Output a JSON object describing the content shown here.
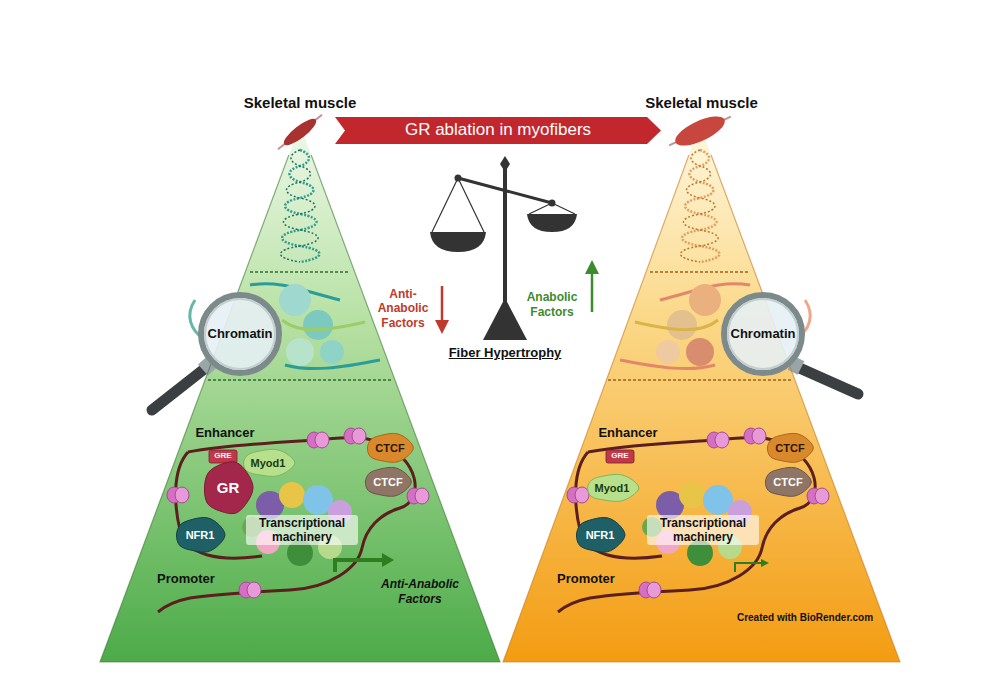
{
  "diagram": {
    "nodes": [
      {
        "text": [
          "Skeletal muscle"
        ]
      },
      {
        "text": [
          "GR ablation in myofibers"
        ]
      },
      {
        "text": [
          "Skeletal muscle"
        ]
      },
      {
        "text": [
          "Chromatin"
        ],
        "in": 0
      },
      {
        "text": [
          "GRE"
        ],
        "in": 0
      },
      {
        "text": [
          "GR"
        ],
        "in": 0
      },
      {
        "text": [
          "Myod1"
        ],
        "in": 0
      },
      {
        "text": [
          "CTCF"
        ],
        "in": 0
      },
      {
        "text": [
          "CTCF"
        ],
        "in": 0
      },
      {
        "text": [
          "NFR1"
        ],
        "in": 0
      },
      {
        "text": [
          "Chromatin"
        ],
        "in": 2
      },
      {
        "text": [
          "GRE"
        ],
        "in": 2
      },
      {
        "text": [
          "Myod1"
        ],
        "in": 2
      },
      {
        "text": [
          "CTCF"
        ],
        "in": 2
      },
      {
        "text": [
          "CTCF"
        ],
        "in": 2
      },
      {
        "text": [
          "NFR1"
        ],
        "in": 2
      }
    ],
    "labels": [
      "Anti-Anabolic Factors",
      "Anabolic Factors",
      "Fiber Hypertrophy",
      "Enhancer",
      "Transcriptional machinery",
      "Promoter",
      "Anti-Anabolic Factors",
      "Enhancer",
      "Transcriptional machinery",
      "Promoter",
      "Created with BioRender.com"
    ]
  }
}
